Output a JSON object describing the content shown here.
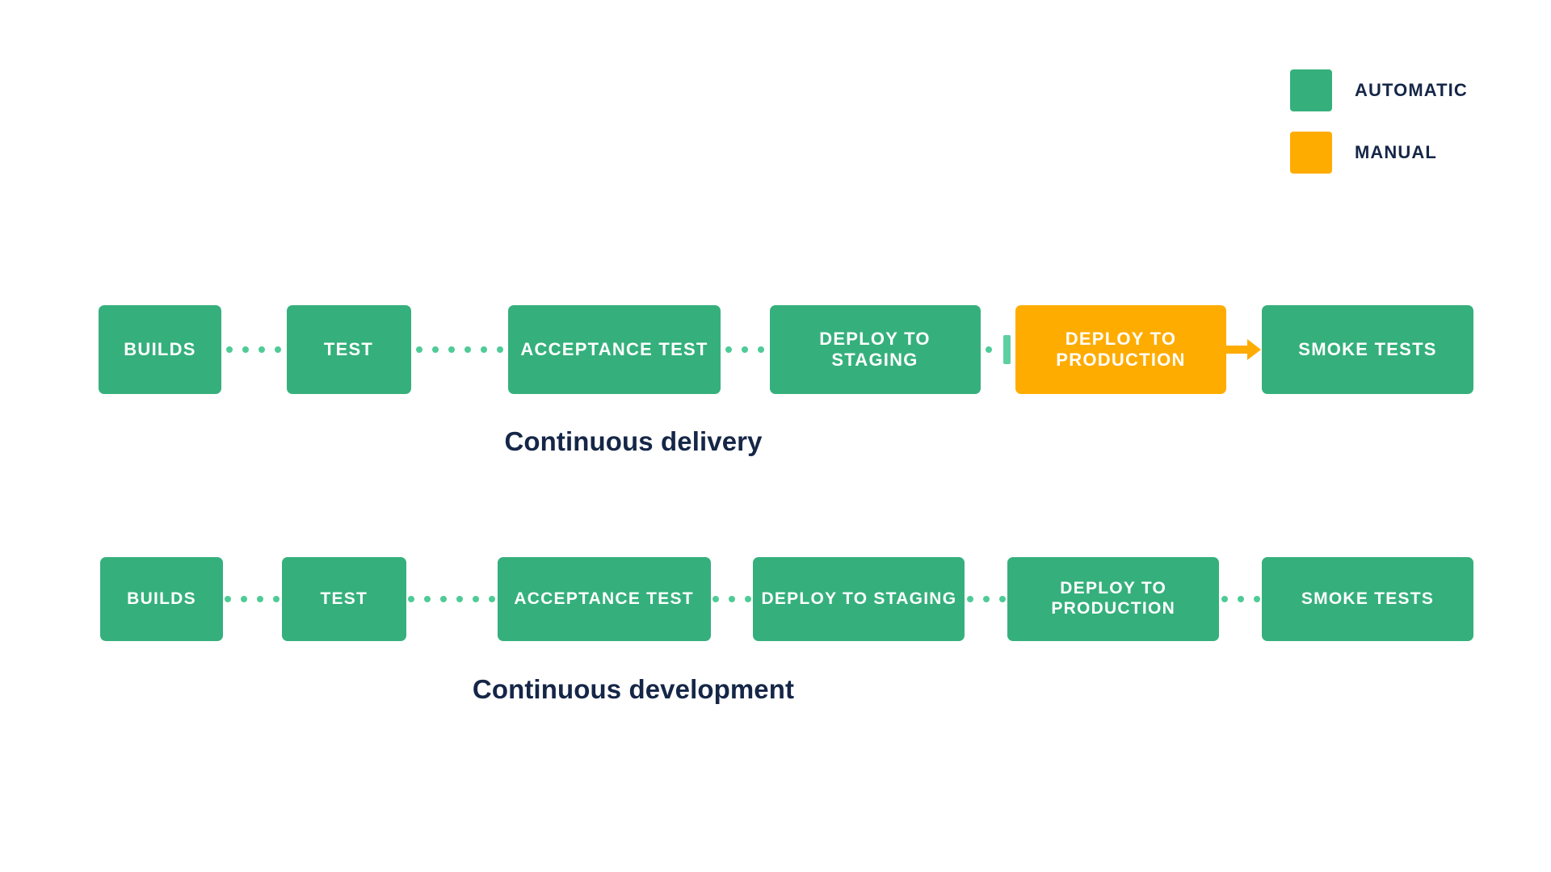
{
  "legend": {
    "items": [
      {
        "label": "AUTOMATIC",
        "color": "#35b07c",
        "swatch_name": "legend-swatch-automatic"
      },
      {
        "label": "MANUAL",
        "color": "#ffac00",
        "swatch_name": "legend-swatch-manual"
      }
    ]
  },
  "diagram": {
    "rows": [
      {
        "caption": "Continuous delivery",
        "nodes": [
          {
            "label": "BUILDS",
            "type": "automatic",
            "color": "#35b07c"
          },
          {
            "label": "TEST",
            "type": "automatic",
            "color": "#35b07c"
          },
          {
            "label": "ACCEPTANCE TEST",
            "type": "automatic",
            "color": "#35b07c"
          },
          {
            "label": "DEPLOY TO STAGING",
            "type": "automatic",
            "color": "#35b07c"
          },
          {
            "label": "DEPLOY TO PRODUCTION",
            "type": "manual",
            "color": "#ffac00"
          },
          {
            "label": "SMOKE TESTS",
            "type": "automatic",
            "color": "#35b07c"
          }
        ],
        "connectors": [
          {
            "style": "dotted",
            "color": "#4ecb96"
          },
          {
            "style": "dotted",
            "color": "#4ecb96"
          },
          {
            "style": "dotted",
            "color": "#4ecb96"
          },
          {
            "style": "gate",
            "color": "#5ed0a0"
          },
          {
            "style": "arrow",
            "color": "#ffac00"
          }
        ]
      },
      {
        "caption": "Continuous development",
        "nodes": [
          {
            "label": "BUILDS",
            "type": "automatic",
            "color": "#35b07c"
          },
          {
            "label": "TEST",
            "type": "automatic",
            "color": "#35b07c"
          },
          {
            "label": "ACCEPTANCE TEST",
            "type": "automatic",
            "color": "#35b07c"
          },
          {
            "label": "DEPLOY TO STAGING",
            "type": "automatic",
            "color": "#35b07c"
          },
          {
            "label": "DEPLOY TO PRODUCTION",
            "type": "automatic",
            "color": "#35b07c"
          },
          {
            "label": "SMOKE TESTS",
            "type": "automatic",
            "color": "#35b07c"
          }
        ],
        "connectors": [
          {
            "style": "dotted",
            "color": "#4ecb96"
          },
          {
            "style": "dotted",
            "color": "#4ecb96"
          },
          {
            "style": "dotted",
            "color": "#4ecb96"
          },
          {
            "style": "dotted",
            "color": "#4ecb96"
          },
          {
            "style": "dotted",
            "color": "#4ecb96"
          }
        ]
      }
    ]
  },
  "theme": {
    "background": "#ffffff",
    "green": "#35b07c",
    "green_light": "#4ecb96",
    "orange": "#ffac00",
    "text_dark": "#152647",
    "text_on_node": "#ffffff"
  }
}
